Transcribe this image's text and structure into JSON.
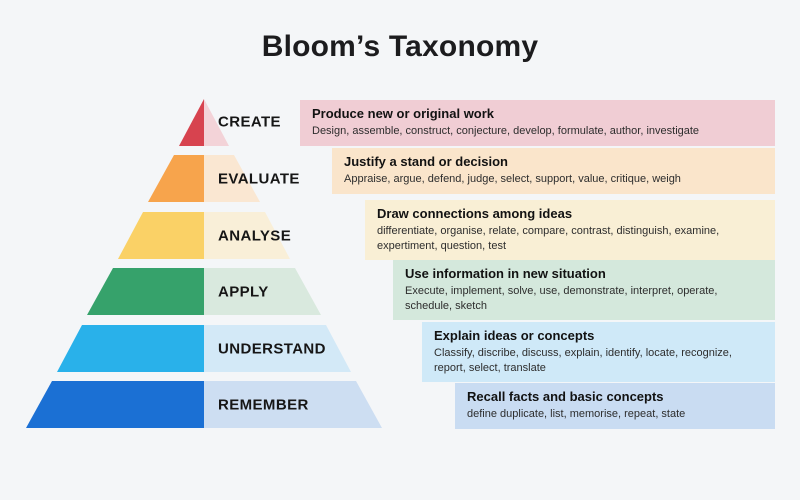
{
  "title": "Bloom’s Taxonomy",
  "background_color": "#f4f6f8",
  "levels": [
    {
      "label": "CREATE",
      "solid_color": "#d7434f",
      "tint_color": "#f3d3d8",
      "box_color": "#f0cdd4",
      "box": {
        "title": "Produce new or original work",
        "verbs": "Design, assemble, construct, conjecture, develop, formulate, author, investigate"
      }
    },
    {
      "label": "EVALUATE",
      "solid_color": "#f7a44c",
      "tint_color": "#fae7d2",
      "box_color": "#fae5cb",
      "box": {
        "title": "Justify a stand or decision",
        "verbs": "Appraise, argue, defend, judge, select, support, value, critique, weigh"
      }
    },
    {
      "label": "ANALYSE",
      "solid_color": "#fad166",
      "tint_color": "#f9efd8",
      "box_color": "#f9efd5",
      "box": {
        "title": "Draw connections among ideas",
        "verbs": "differentiate, organise, relate, compare, contrast, distinguish, examine, expertiment, question, test"
      }
    },
    {
      "label": "APPLY",
      "solid_color": "#36a26b",
      "tint_color": "#d9e9de",
      "box_color": "#d4e8dc",
      "box": {
        "title": "Use information in new situation",
        "verbs": "Execute, implement, solve, use, demonstrate, interpret, operate, schedule, sketch"
      }
    },
    {
      "label": "UNDERSTAND",
      "solid_color": "#29b1ea",
      "tint_color": "#d3e9f7",
      "box_color": "#cfe9f8",
      "box": {
        "title": "Explain ideas or concepts",
        "verbs": "Classify, discribe, discuss, explain, identify, locate, recognize, report, select, translate"
      }
    },
    {
      "label": "REMEMBER",
      "solid_color": "#1b70d4",
      "tint_color": "#cddef2",
      "box_color": "#c9dcf2",
      "box": {
        "title": "Recall facts and basic concepts",
        "verbs": "define duplicate, list, memorise, repeat, state"
      }
    }
  ]
}
